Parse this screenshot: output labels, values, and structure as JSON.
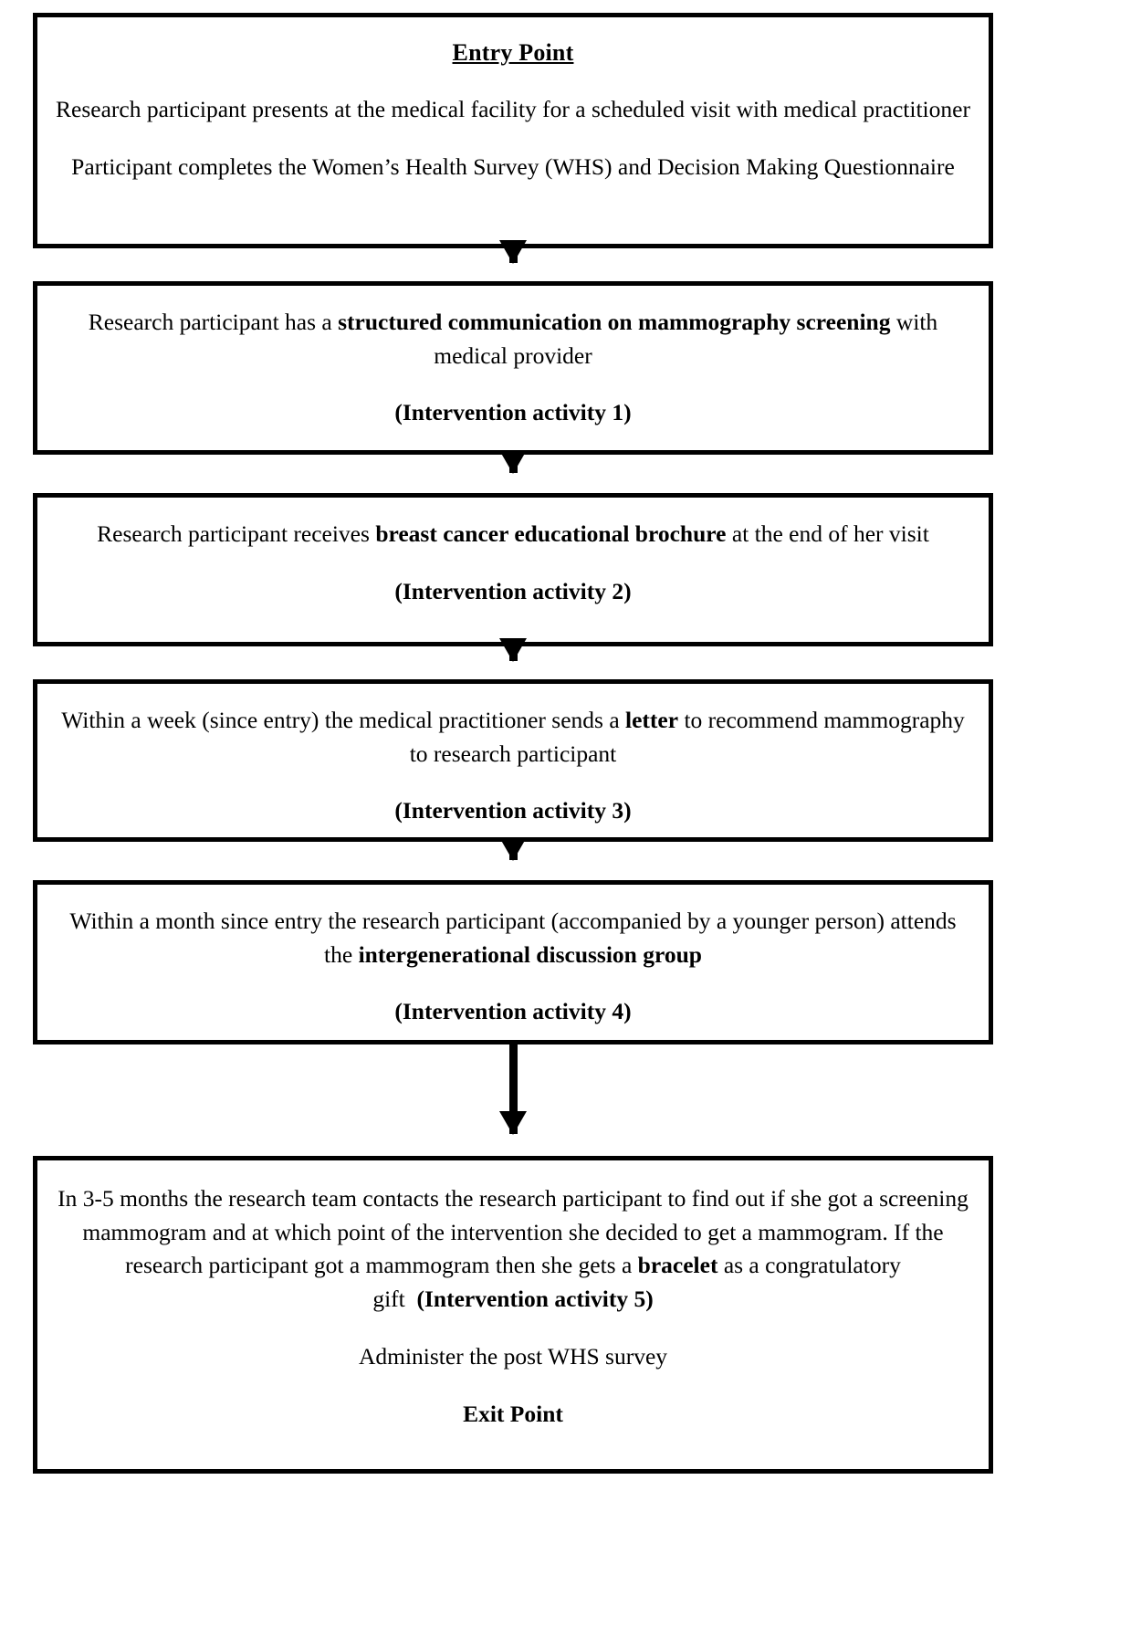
{
  "diagram": {
    "type": "flowchart",
    "orientation": "vertical",
    "node_count": 6,
    "nodes": [
      {
        "id": "entry-point",
        "title": "Entry Point",
        "lines": [
          "Research participant presents at the medical facility for a scheduled visit with medical practitioner",
          "Participant completes the Women’s Health Survey (WHS) and Decision Making Questionnaire"
        ]
      },
      {
        "id": "intervention-activity-1",
        "text_before": "Research participant has a ",
        "text_bold": "structured communication on mammography screening",
        "text_after": " with medical provider",
        "activity_label": "(Intervention activity 1)"
      },
      {
        "id": "intervention-activity-2",
        "text_before": "Research participant receives ",
        "text_bold": "breast cancer educational brochure",
        "text_after": " at the end of her visit",
        "activity_label": "(Intervention activity 2)"
      },
      {
        "id": "intervention-activity-3",
        "text_before": "Within a week (since entry) the medical practitioner sends a ",
        "text_bold": "letter",
        "text_after": " to recommend mammography to research participant",
        "activity_label": "(Intervention activity 3)"
      },
      {
        "id": "intervention-activity-4",
        "text_before": "Within a month since entry the research participant (accompanied by a younger person) attends the ",
        "text_bold": "intergenerational discussion group",
        "text_after": "",
        "activity_label": "(Intervention activity 4)"
      },
      {
        "id": "exit-point",
        "text_before": "In 3-5 months the research team contacts the research participant to find out if she got a screening mammogram and at which point of the intervention she decided to get a mammogram. If the research participant got a mammogram then she gets a ",
        "text_bold": "bracelet",
        "text_after": " as a congratulatory gift",
        "activity_label": "(Intervention activity 5)",
        "post_survey_line": "Administer the post WHS survey",
        "exit_label": "Exit Point"
      }
    ],
    "connectors": [
      {
        "id": "arrow-entry-to-a1",
        "from": "entry-point",
        "to": "intervention-activity-1",
        "glyph": "down-arrow"
      },
      {
        "id": "arrow-a1-to-a2",
        "from": "intervention-activity-1",
        "to": "intervention-activity-2",
        "glyph": "down-arrow"
      },
      {
        "id": "arrow-a2-to-a3",
        "from": "intervention-activity-2",
        "to": "intervention-activity-3",
        "glyph": "down-arrow"
      },
      {
        "id": "arrow-a3-to-a4",
        "from": "intervention-activity-3",
        "to": "intervention-activity-4",
        "glyph": "down-arrow"
      },
      {
        "id": "arrow-a4-to-exit",
        "from": "intervention-activity-4",
        "to": "exit-point",
        "glyph": "down-arrow"
      }
    ],
    "colors": {
      "border": "#000000",
      "background": "#ffffff",
      "text": "#000000"
    }
  }
}
